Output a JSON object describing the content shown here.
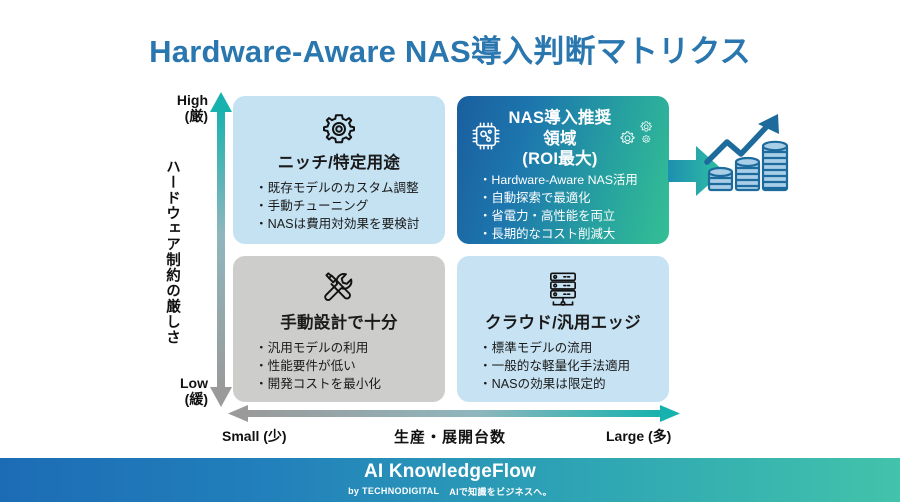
{
  "title": "Hardware-Aware NAS導入判断マトリクス",
  "axes": {
    "y": {
      "high": "High",
      "high_sub": "(厳)",
      "low": "Low",
      "low_sub": "(緩)",
      "label": "ハードウェア制約の厳しさ",
      "arrow_icon": "vertical-double-arrow-icon"
    },
    "x": {
      "left": "Small (少)",
      "right": "Large (多)",
      "label": "生産・展開台数",
      "arrow_icon": "horizontal-double-arrow-icon"
    }
  },
  "quadrants": {
    "top_left": {
      "icon": "gear-icon",
      "title": "ニッチ/特定用途",
      "bullets": [
        "既存モデルのカスタム調整",
        "手動チューニング",
        "NASは費用対効果を要検討"
      ],
      "color": "#c4e2f2"
    },
    "top_right": {
      "icon_left": "microchip-icon",
      "icon_right": "gears-icon",
      "title_line1": "NAS導入推奨領域",
      "title_line2": "(ROI最大)",
      "bullets": [
        "Hardware-Aware NAS活用",
        "自動探索で最適化",
        "省電力・高性能を両立",
        "長期的なコスト削減大"
      ],
      "gradient_from": "#1a5e9e",
      "gradient_to": "#34bf94"
    },
    "bottom_left": {
      "icon": "wrench-screwdriver-icon",
      "title": "手動設計で十分",
      "bullets": [
        "汎用モデルの利用",
        "性能要件が低い",
        "開発コストを最小化"
      ],
      "color": "#cdcecb"
    },
    "bottom_right": {
      "icon": "server-rack-icon",
      "title": "クラウド/汎用エッジ",
      "bullets": [
        "標準モデルの流用",
        "一般的な軽量化手法適用",
        "NASの効果は限定的"
      ],
      "color": "#c7e3f3"
    }
  },
  "callout": {
    "flow_arrow_icon": "right-arrow-icon",
    "roi_icon": "coin-stacks-growth-icon"
  },
  "footer": {
    "brand": "AI KnowledgeFlow",
    "by": "by TECHNODIGITAL",
    "tagline": "AIで知識をビジネスへ。",
    "gradient_from": "#1c6cb5",
    "gradient_to": "#42c3ab"
  }
}
